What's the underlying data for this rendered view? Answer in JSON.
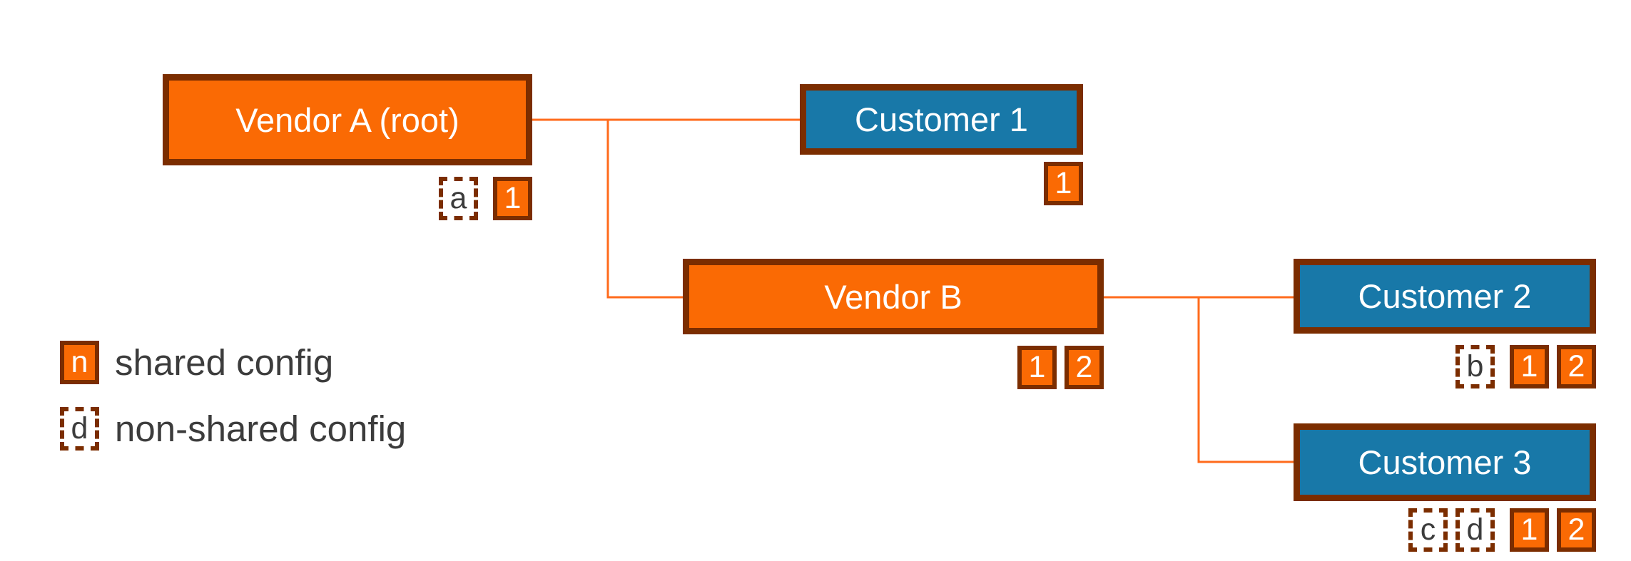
{
  "diagram_type": "vendor-customer-hierarchy",
  "colors": {
    "vendor_fill": "#fa6a04",
    "customer_fill": "#1878a8",
    "box_border": "#7b2d00",
    "connector_line": "#ff6b1c",
    "legend_text": "#3c3c3c",
    "node_text": "#ffffff",
    "background": "#ffffff"
  },
  "nodes": [
    {
      "id": "vendor-a",
      "label": "Vendor A (root)",
      "type": "vendor",
      "badges": [
        {
          "text": "a",
          "style": "dotted"
        },
        {
          "text": "1",
          "style": "solid"
        }
      ]
    },
    {
      "id": "customer-1",
      "label": "Customer 1",
      "type": "customer",
      "badges": [
        {
          "text": "1",
          "style": "solid"
        }
      ]
    },
    {
      "id": "vendor-b",
      "label": "Vendor B",
      "type": "vendor",
      "badges": [
        {
          "text": "1",
          "style": "solid"
        },
        {
          "text": "2",
          "style": "solid"
        }
      ]
    },
    {
      "id": "customer-2",
      "label": "Customer 2",
      "type": "customer",
      "badges": [
        {
          "text": "b",
          "style": "dotted"
        },
        {
          "text": "1",
          "style": "solid"
        },
        {
          "text": "2",
          "style": "solid"
        }
      ]
    },
    {
      "id": "customer-3",
      "label": "Customer 3",
      "type": "customer",
      "badges": [
        {
          "text": "c",
          "style": "dotted"
        },
        {
          "text": "d",
          "style": "dotted"
        },
        {
          "text": "1",
          "style": "solid"
        },
        {
          "text": "2",
          "style": "solid"
        }
      ]
    }
  ],
  "edges": [
    {
      "from": "vendor-a",
      "to": "customer-1"
    },
    {
      "from": "vendor-a",
      "to": "vendor-b"
    },
    {
      "from": "vendor-b",
      "to": "customer-2"
    },
    {
      "from": "vendor-b",
      "to": "customer-3"
    }
  ],
  "legend": {
    "items": [
      {
        "marker": "n",
        "style": "solid",
        "label": "shared config"
      },
      {
        "marker": "d",
        "style": "dotted",
        "label": "non-shared config"
      }
    ]
  }
}
